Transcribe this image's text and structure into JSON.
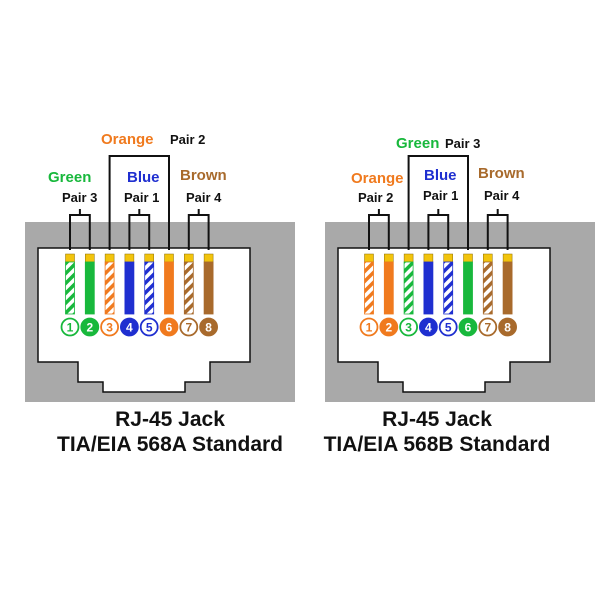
{
  "colors": {
    "orange": "#f07a1e",
    "green": "#18b83c",
    "blue": "#1f2fd0",
    "brown": "#a86a2c",
    "jack_gray": "#a9a9a9",
    "line": "#111111",
    "white": "#ffffff"
  },
  "jacks": [
    {
      "id": "a",
      "caption_line1": "RJ-45 Jack",
      "caption_line2": "TIA/EIA 568A Standard",
      "pins": [
        {
          "num": "1",
          "color": "green",
          "striped": true
        },
        {
          "num": "2",
          "color": "green",
          "striped": false
        },
        {
          "num": "3",
          "color": "orange",
          "striped": true
        },
        {
          "num": "4",
          "color": "blue",
          "striped": false
        },
        {
          "num": "5",
          "color": "blue",
          "striped": true
        },
        {
          "num": "6",
          "color": "orange",
          "striped": false
        },
        {
          "num": "7",
          "color": "brown",
          "striped": true
        },
        {
          "num": "8",
          "color": "brown",
          "striped": false
        }
      ],
      "pairs": [
        {
          "color_word": "Green",
          "pair_label": "Pair 3",
          "color": "green"
        },
        {
          "color_word": "Orange",
          "pair_label": "Pair 2",
          "color": "orange"
        },
        {
          "color_word": "Blue",
          "pair_label": "Pair 1",
          "color": "blue"
        },
        {
          "color_word": "Brown",
          "pair_label": "Pair 4",
          "color": "brown"
        }
      ]
    },
    {
      "id": "b",
      "caption_line1": "RJ-45 Jack",
      "caption_line2": "TIA/EIA 568B Standard",
      "pins": [
        {
          "num": "1",
          "color": "orange",
          "striped": true
        },
        {
          "num": "2",
          "color": "orange",
          "striped": false
        },
        {
          "num": "3",
          "color": "green",
          "striped": true
        },
        {
          "num": "4",
          "color": "blue",
          "striped": false
        },
        {
          "num": "5",
          "color": "blue",
          "striped": true
        },
        {
          "num": "6",
          "color": "green",
          "striped": false
        },
        {
          "num": "7",
          "color": "brown",
          "striped": true
        },
        {
          "num": "8",
          "color": "brown",
          "striped": false
        }
      ],
      "pairs": [
        {
          "color_word": "Orange",
          "pair_label": "Pair 2",
          "color": "orange"
        },
        {
          "color_word": "Green",
          "pair_label": "Pair 3",
          "color": "green"
        },
        {
          "color_word": "Blue",
          "pair_label": "Pair 1",
          "color": "blue"
        },
        {
          "color_word": "Brown",
          "pair_label": "Pair 4",
          "color": "brown"
        }
      ]
    }
  ]
}
